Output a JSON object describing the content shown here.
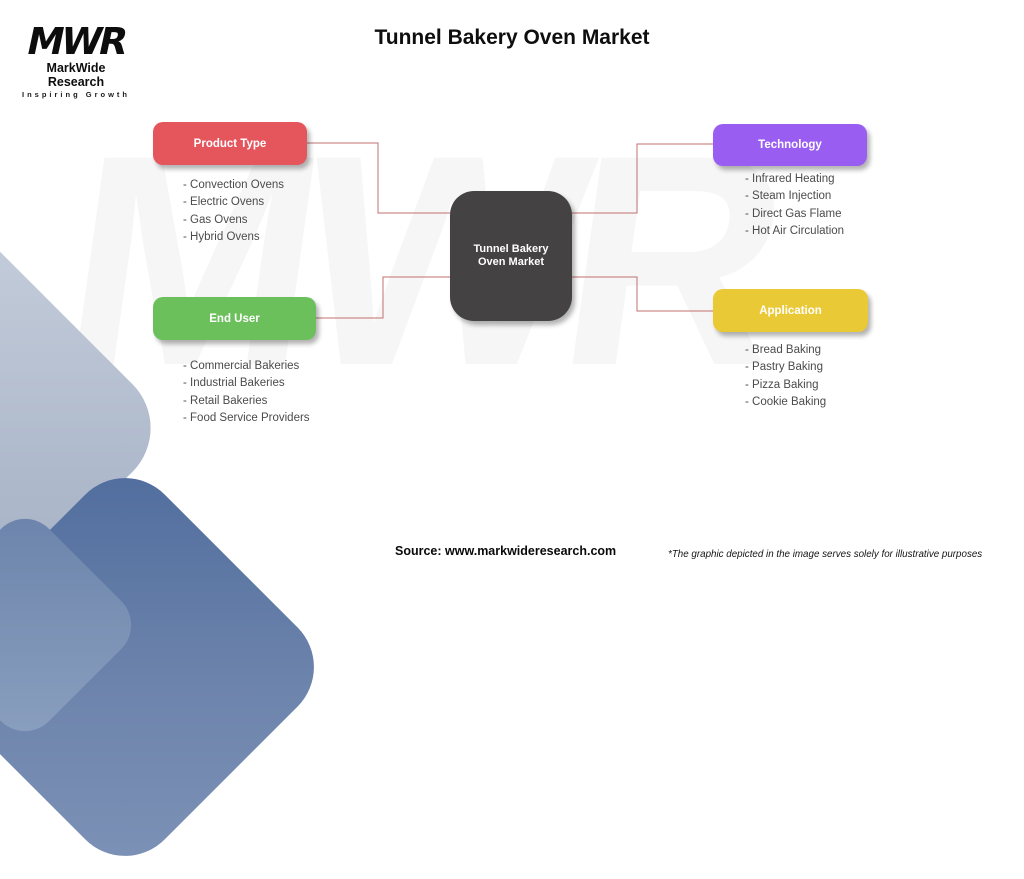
{
  "page": {
    "title": "Tunnel Bakery Oven Market"
  },
  "logo": {
    "monogram": "MWR",
    "name": "MarkWide Research",
    "tagline": "Inspiring Growth"
  },
  "watermark_text": "MWR",
  "center_node": {
    "label": "Tunnel Bakery Oven Market",
    "color": "#454243"
  },
  "sections": [
    {
      "label": "Product Type",
      "color": "#e4555c",
      "items": [
        "- Convection Ovens",
        "- Electric Ovens",
        "- Gas Ovens",
        "- Hybrid Ovens"
      ]
    },
    {
      "label": "Technology",
      "color": "#9a5df2",
      "items": [
        "- Infrared Heating",
        "- Steam Injection",
        "- Direct Gas Flame",
        "- Hot Air Circulation"
      ]
    },
    {
      "label": "End User",
      "color": "#6cc05c",
      "items": [
        "- Commercial Bakeries",
        "- Industrial Bakeries",
        "- Retail Bakeries",
        "- Food Service Providers"
      ]
    },
    {
      "label": "Application",
      "color": "#e9c935",
      "items": [
        "- Bread Baking",
        "- Pastry Baking",
        "- Pizza Baking",
        "- Cookie Baking"
      ]
    }
  ],
  "connectors": {
    "color": "#c0706f"
  },
  "footer": {
    "source": "Source: www.markwideresearch.com",
    "disclaimer": "*The graphic depicted in the image serves solely for illustrative purposes"
  }
}
